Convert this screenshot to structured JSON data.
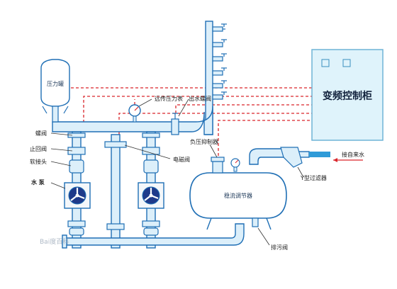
{
  "labels": {
    "pressure_tank": "压力罐",
    "remote_gauge": "远传压力表",
    "outlet_valve": "出水螺阀",
    "vfd_cabinet": "变频控制柜",
    "butterfly_valve": "螺阀",
    "check_valve": "止回阀",
    "soft_joint": "软接头",
    "pump": "水 泵",
    "solenoid_valve": "电磁阀",
    "neg_pressure_suppressor": "负压抑制器",
    "stabilizer": "稳流调节器",
    "y_filter": "Y型过滤器",
    "inlet": "接自来水",
    "drain_valve": "排污阀",
    "watermark": "Bai度百科"
  },
  "colors": {
    "pipe_fill": "#dceffa",
    "pipe_stroke": "#1f6fb5",
    "control_line": "#d9252b",
    "cabinet_fill": "#dff3fb",
    "cabinet_stroke": "#6fb4d6",
    "cabinet_text": "#13233d",
    "inlet_arrow": "#f2871f",
    "water_fill": "#2f9bd8"
  }
}
